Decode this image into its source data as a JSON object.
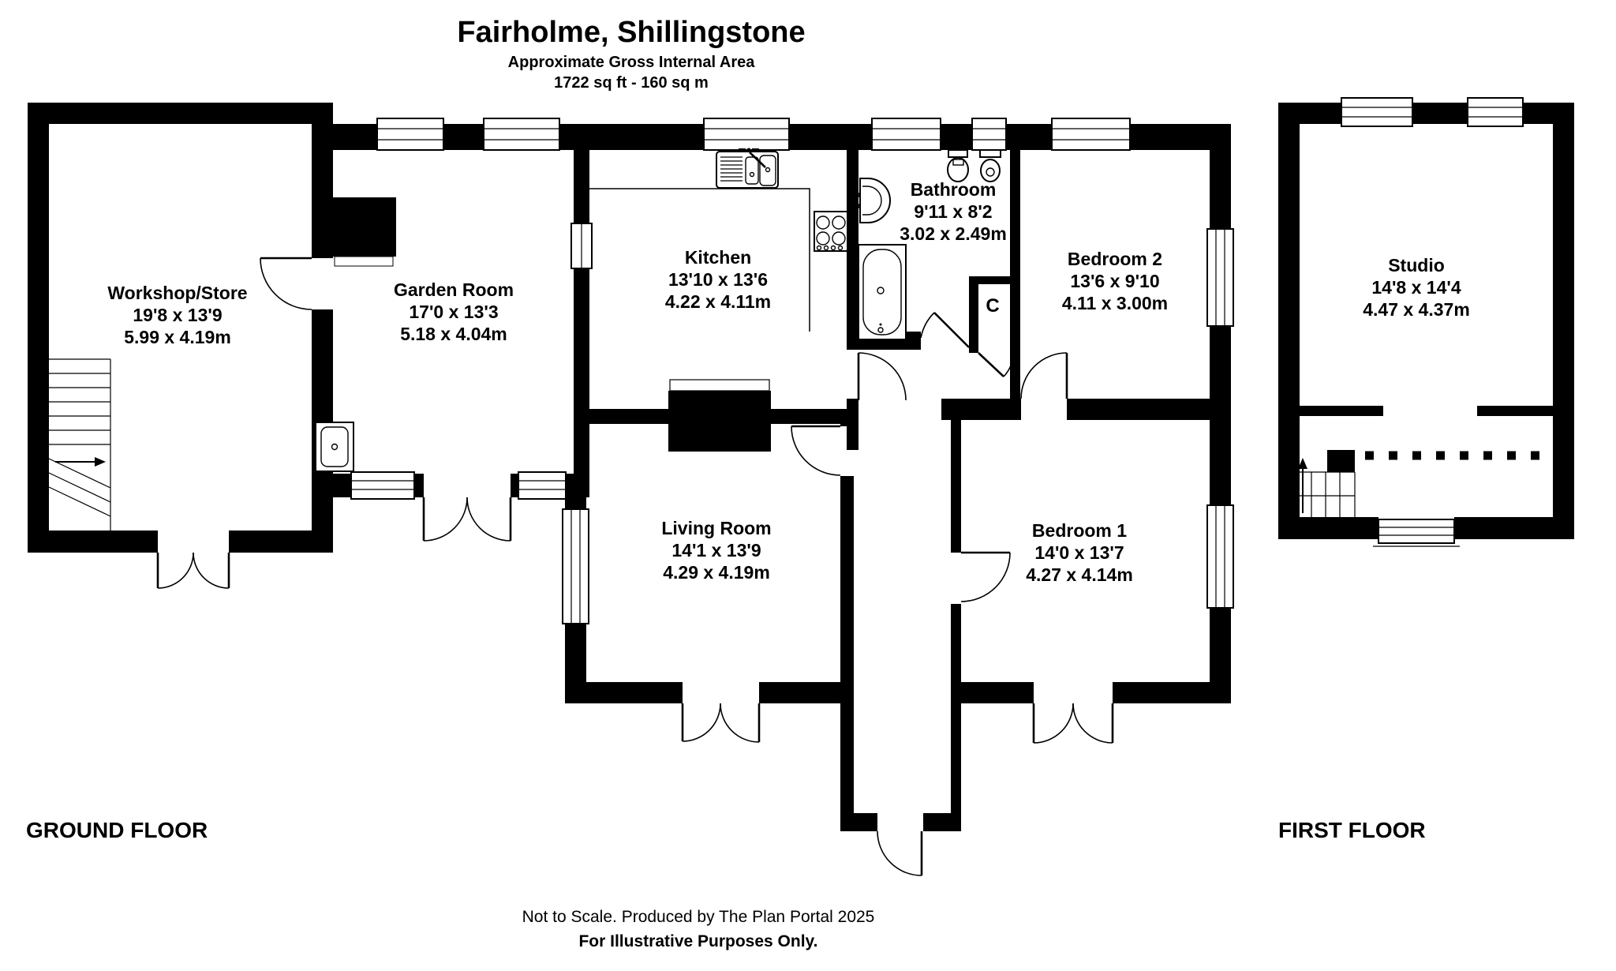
{
  "header": {
    "title": "Fairholme, Shillingstone",
    "subtitle": "Approximate Gross Internal Area",
    "area": "1722 sq ft - 160 sq m"
  },
  "floor_labels": {
    "ground": "GROUND FLOOR",
    "first": "FIRST FLOOR"
  },
  "rooms": [
    {
      "name": "Workshop/Store",
      "imperial": "19'8 x 13'9",
      "metric": "5.99 x 4.19m"
    },
    {
      "name": "Garden Room",
      "imperial": "17'0 x 13'3",
      "metric": "5.18 x 4.04m"
    },
    {
      "name": "Kitchen",
      "imperial": "13'10 x 13'6",
      "metric": "4.22 x 4.11m"
    },
    {
      "name": "Bathroom",
      "imperial": "9'11 x 8'2",
      "metric": "3.02 x 2.49m"
    },
    {
      "name": "Bedroom 2",
      "imperial": "13'6 x 9'10",
      "metric": "4.11 x 3.00m"
    },
    {
      "name": "Living Room",
      "imperial": "14'1 x 13'9",
      "metric": "4.29 x 4.19m"
    },
    {
      "name": "Bedroom 1",
      "imperial": "14'0 x 13'7",
      "metric": "4.27 x 4.14m"
    },
    {
      "name": "Studio",
      "imperial": "14'8 x 14'4",
      "metric": "4.47 x 4.37m"
    }
  ],
  "cupboard": {
    "label": "C"
  },
  "footer": {
    "line1": "Not to Scale. Produced by The Plan Portal 2025",
    "line2": "For Illustrative Purposes Only."
  },
  "colors": {
    "walls": "#000000",
    "background": "#ffffff"
  }
}
